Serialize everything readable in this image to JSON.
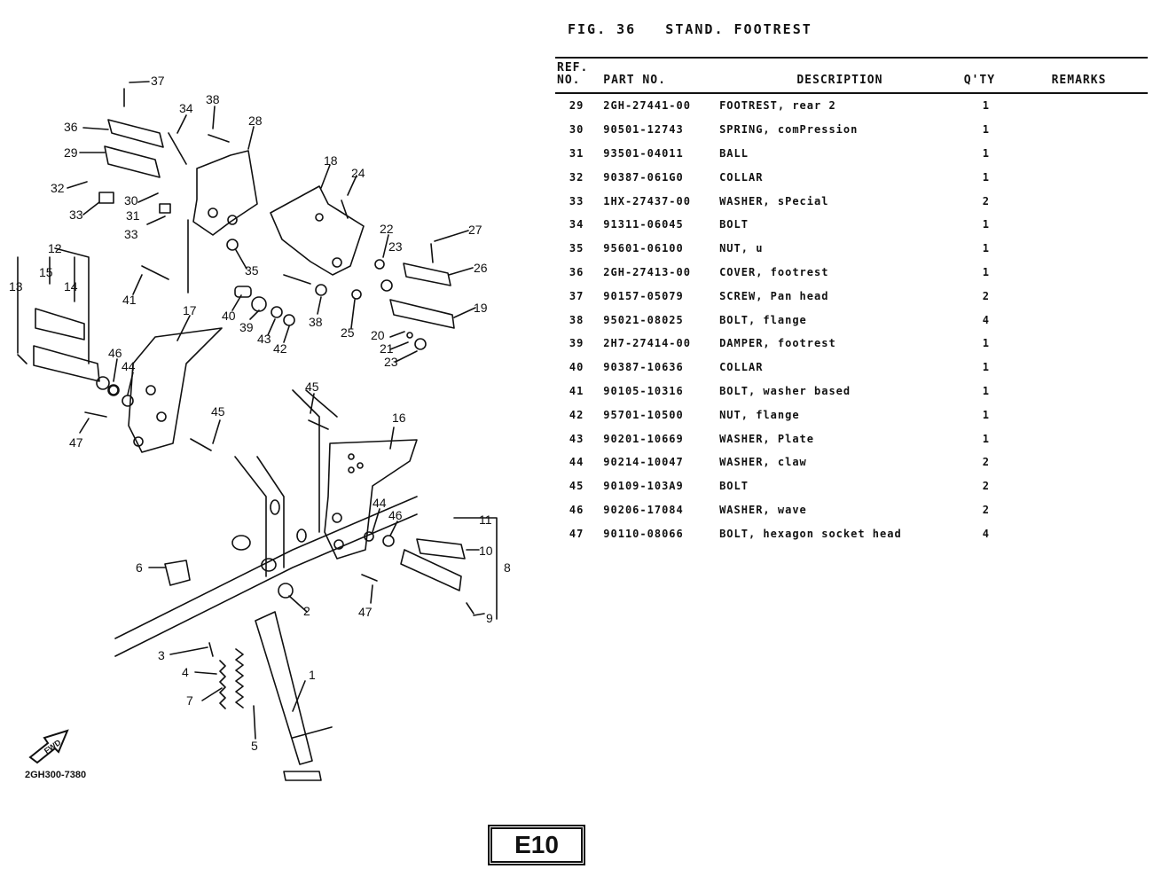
{
  "header": {
    "figure_title": "FIG. 36   STAND. FOOTREST"
  },
  "table": {
    "headers": {
      "ref_line1": "REF.",
      "ref_line2": "NO.",
      "part_no": "PART NO.",
      "description": "DESCRIPTION",
      "qty": "Q'TY",
      "remarks": "REMARKS"
    },
    "rows": [
      {
        "ref": "29",
        "part": "2GH-27441-00",
        "desc": "FOOTREST, rear 2",
        "qty": "1"
      },
      {
        "ref": "30",
        "part": "90501-12743",
        "desc": "SPRING, comPression",
        "qty": "1"
      },
      {
        "ref": "31",
        "part": "93501-04011",
        "desc": "BALL",
        "qty": "1"
      },
      {
        "ref": "32",
        "part": "90387-061G0",
        "desc": "COLLAR",
        "qty": "1"
      },
      {
        "ref": "33",
        "part": "1HX-27437-00",
        "desc": "WASHER, sPecial",
        "qty": "2"
      },
      {
        "ref": "34",
        "part": "91311-06045",
        "desc": "BOLT",
        "qty": "1"
      },
      {
        "ref": "35",
        "part": "95601-06100",
        "desc": "NUT, u",
        "qty": "1"
      },
      {
        "ref": "36",
        "part": "2GH-27413-00",
        "desc": "COVER, footrest",
        "qty": "1"
      },
      {
        "ref": "37",
        "part": "90157-05079",
        "desc": "SCREW, Pan head",
        "qty": "2"
      },
      {
        "ref": "38",
        "part": "95021-08025",
        "desc": "BOLT, flange",
        "qty": "4"
      },
      {
        "ref": "39",
        "part": "2H7-27414-00",
        "desc": "DAMPER, footrest",
        "qty": "1"
      },
      {
        "ref": "40",
        "part": "90387-10636",
        "desc": "COLLAR",
        "qty": "1"
      },
      {
        "ref": "41",
        "part": "90105-10316",
        "desc": "BOLT, washer based",
        "qty": "1"
      },
      {
        "ref": "42",
        "part": "95701-10500",
        "desc": "NUT, flange",
        "qty": "1"
      },
      {
        "ref": "43",
        "part": "90201-10669",
        "desc": "WASHER, Plate",
        "qty": "1"
      },
      {
        "ref": "44",
        "part": "90214-10047",
        "desc": "WASHER, claw",
        "qty": "2"
      },
      {
        "ref": "45",
        "part": "90109-103A9",
        "desc": "BOLT",
        "qty": "2"
      },
      {
        "ref": "46",
        "part": "90206-17084",
        "desc": "WASHER, wave",
        "qty": "2"
      },
      {
        "ref": "47",
        "part": "90110-08066",
        "desc": "BOLT, hexagon socket head",
        "qty": "4"
      }
    ]
  },
  "diagram": {
    "callouts": [
      "1",
      "2",
      "3",
      "4",
      "5",
      "6",
      "7",
      "8",
      "9",
      "10",
      "11",
      "12",
      "13",
      "14",
      "15",
      "16",
      "17",
      "18",
      "19",
      "20",
      "21",
      "22",
      "23",
      "23",
      "24",
      "25",
      "26",
      "27",
      "28",
      "29",
      "30",
      "31",
      "32",
      "33",
      "33",
      "34",
      "35",
      "36",
      "37",
      "38",
      "38",
      "39",
      "40",
      "41",
      "42",
      "43",
      "44",
      "44",
      "45",
      "45",
      "46",
      "46",
      "47",
      "47"
    ],
    "fwd_label": "FWD",
    "drawing_code": "2GH300-7380"
  },
  "footer": {
    "page_label": "E10"
  }
}
